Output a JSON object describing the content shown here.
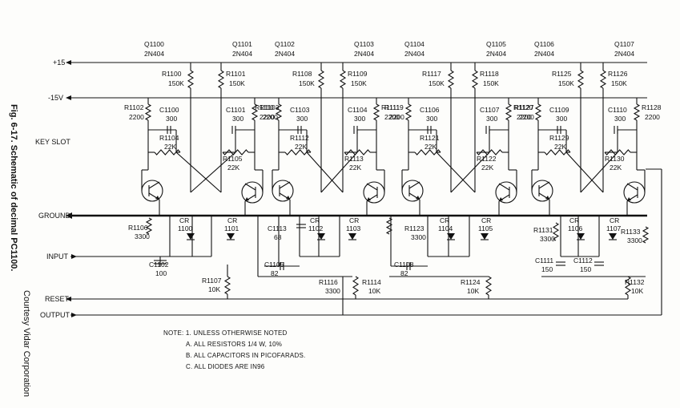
{
  "caption": "Fig. 6-17. Schematic of decimal PC1100.",
  "credit": "Courtesy Vidar Corporation",
  "rails": {
    "p15": "+15",
    "m15": "-15V",
    "key_slot": "KEY SLOT",
    "ground": "GROUND",
    "input": "INPUT",
    "reset": "RESET",
    "output": "OUTPUT"
  },
  "transistors": [
    {
      "ref": "Q1100",
      "type": "2N404"
    },
    {
      "ref": "Q1101",
      "type": "2N404"
    },
    {
      "ref": "Q1102",
      "type": "2N404"
    },
    {
      "ref": "Q1103",
      "type": "2N404"
    },
    {
      "ref": "Q1104",
      "type": "2N404"
    },
    {
      "ref": "Q1105",
      "type": "2N404"
    },
    {
      "ref": "Q1106",
      "type": "2N404"
    },
    {
      "ref": "Q1107",
      "type": "2N404"
    }
  ],
  "collector_resistors": [
    {
      "ref": "R1100",
      "value": "150K"
    },
    {
      "ref": "R1101",
      "value": "150K"
    },
    {
      "ref": "R1108",
      "value": "150K"
    },
    {
      "ref": "R1109",
      "value": "150K"
    },
    {
      "ref": "R1117",
      "value": "150K"
    },
    {
      "ref": "R1118",
      "value": "150K"
    },
    {
      "ref": "R1125",
      "value": "150K"
    },
    {
      "ref": "R1126",
      "value": "150K"
    }
  ],
  "load_resistors": [
    {
      "ref": "R1102",
      "value": "2200"
    },
    {
      "ref": "R1103",
      "value": "2200"
    },
    {
      "ref": "R1110",
      "value": "2200"
    },
    {
      "ref": "R1111",
      "value": "2200"
    },
    {
      "ref": "R1119",
      "value": "2200"
    },
    {
      "ref": "R1120",
      "value": "2200"
    },
    {
      "ref": "R1127",
      "value": "2200"
    },
    {
      "ref": "R1128",
      "value": "2200"
    }
  ],
  "speedup_caps": [
    {
      "ref": "C1100",
      "value": "300"
    },
    {
      "ref": "C1101",
      "value": "300"
    },
    {
      "ref": "C1103",
      "value": "300"
    },
    {
      "ref": "C1104",
      "value": "300"
    },
    {
      "ref": "C1106",
      "value": "300"
    },
    {
      "ref": "C1107",
      "value": "300"
    },
    {
      "ref": "C1109",
      "value": "300"
    },
    {
      "ref": "C1110",
      "value": "300"
    }
  ],
  "cross_resistors": [
    {
      "ref": "R1104",
      "value": "22K"
    },
    {
      "ref": "R1105",
      "value": "22K"
    },
    {
      "ref": "R1112",
      "value": "22K"
    },
    {
      "ref": "R1113",
      "value": "22K"
    },
    {
      "ref": "R1121",
      "value": "22K"
    },
    {
      "ref": "R1122",
      "value": "22K"
    },
    {
      "ref": "R1129",
      "value": "22K"
    },
    {
      "ref": "R1130",
      "value": "22K"
    }
  ],
  "diodes": [
    "CR 1100",
    "CR 1101",
    "CR 1102",
    "CR 1103",
    "CR 1104",
    "CR 1105",
    "CR 1106",
    "CR 1107"
  ],
  "bottom_parts": {
    "r1106": {
      "ref": "R1106",
      "value": "3300"
    },
    "c1102": {
      "ref": "C1102",
      "value": "100"
    },
    "r1107": {
      "ref": "R1107",
      "value": "10K"
    },
    "c1113": {
      "ref": "C1113",
      "value": "68"
    },
    "c1105": {
      "ref": "C1105",
      "value": "82"
    },
    "r1116": {
      "ref": "R1116",
      "value": "3300"
    },
    "r1114": {
      "ref": "R1114",
      "value": "10K"
    },
    "r1123": {
      "ref": "R1123",
      "value": "3300"
    },
    "c1108": {
      "ref": "C1108",
      "value": "82"
    },
    "r1124": {
      "ref": "R1124",
      "value": "10K"
    },
    "r1131": {
      "ref": "R1131",
      "value": "3300"
    },
    "c1111": {
      "ref": "C1111",
      "value": "150"
    },
    "c1112": {
      "ref": "C1112",
      "value": "150"
    },
    "r1133": {
      "ref": "R1133",
      "value": "3300"
    },
    "r1132": {
      "ref": "R1132",
      "value": "10K"
    }
  },
  "notes": [
    "NOTE:  1. UNLESS OTHERWISE NOTED",
    "A. ALL RESISTORS 1/4 W, 10%",
    "B. ALL CAPACITORS IN PICOFARADS.",
    "C. ALL DIODES ARE IN96"
  ]
}
